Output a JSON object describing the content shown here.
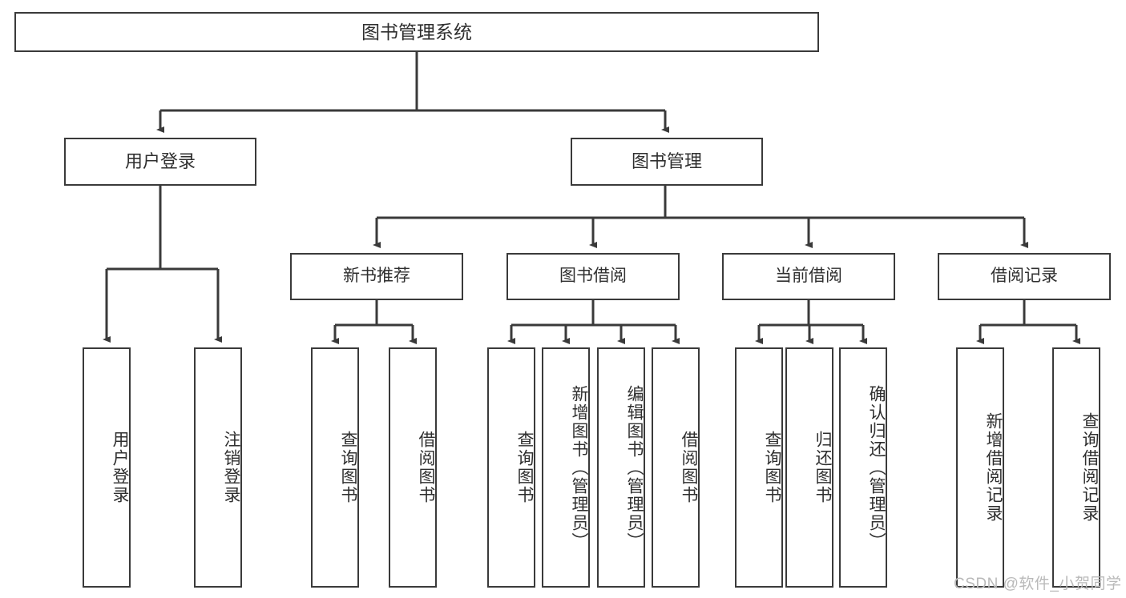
{
  "diagram": {
    "type": "tree",
    "title": "图书管理系统",
    "watermark": "CSDN @软件_小贺同学",
    "colors": {
      "background": "#ffffff",
      "border": "#3a3a3a",
      "text": "#2f2f2f",
      "edge": "#3a3a3a",
      "watermark": "#b9b9b9"
    },
    "nodes": {
      "root": "图书管理系统",
      "level2": [
        "用户登录",
        "图书管理"
      ],
      "level3": [
        "新书推荐",
        "图书借阅",
        "当前借阅",
        "借阅记录"
      ],
      "leaves": {
        "user_login": [
          "用户登录",
          "注销登录"
        ],
        "new_book": [
          "查询图书",
          "借阅图书"
        ],
        "borrow_book": [
          "查询图书",
          "新增图书（管理员）",
          "编辑图书（管理员）",
          "借阅图书"
        ],
        "current_borrow": [
          "查询图书",
          "归还图书",
          "确认归还（管理员）"
        ],
        "borrow_record": [
          "新增借阅记录",
          "查询借阅记录"
        ]
      }
    },
    "edges": [
      {
        "from": "图书管理系统",
        "to": "用户登录"
      },
      {
        "from": "图书管理系统",
        "to": "图书管理"
      },
      {
        "from": "用户登录",
        "to": "用户登录"
      },
      {
        "from": "用户登录",
        "to": "注销登录"
      },
      {
        "from": "图书管理",
        "to": "新书推荐"
      },
      {
        "from": "图书管理",
        "to": "图书借阅"
      },
      {
        "from": "图书管理",
        "to": "当前借阅"
      },
      {
        "from": "图书管理",
        "to": "借阅记录"
      },
      {
        "from": "新书推荐",
        "to": "查询图书"
      },
      {
        "from": "新书推荐",
        "to": "借阅图书"
      },
      {
        "from": "图书借阅",
        "to": "查询图书"
      },
      {
        "from": "图书借阅",
        "to": "新增图书（管理员）"
      },
      {
        "from": "图书借阅",
        "to": "编辑图书（管理员）"
      },
      {
        "from": "图书借阅",
        "to": "借阅图书"
      },
      {
        "from": "当前借阅",
        "to": "查询图书"
      },
      {
        "from": "当前借阅",
        "to": "归还图书"
      },
      {
        "from": "当前借阅",
        "to": "确认归还（管理员）"
      },
      {
        "from": "借阅记录",
        "to": "新增借阅记录"
      },
      {
        "from": "借阅记录",
        "to": "查询借阅记录"
      }
    ]
  }
}
